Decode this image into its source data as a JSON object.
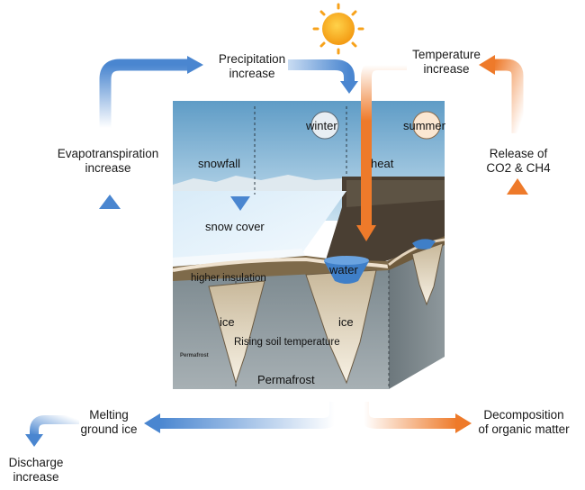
{
  "labels": {
    "precipitation": [
      "Precipitation",
      "increase"
    ],
    "temperature": [
      "Temperature",
      "increase"
    ],
    "evapotranspiration": [
      "Evapotranspiration",
      "increase"
    ],
    "release": [
      "Release of",
      "CO2 & CH4"
    ],
    "melting": [
      "Melting",
      "ground ice"
    ],
    "decomposition": [
      "Decomposition",
      "of organic matter"
    ],
    "discharge": [
      "Discharge",
      "increase"
    ]
  },
  "block": {
    "winter": "winter",
    "summer": "summer",
    "snowfall": "snowfall",
    "heat": "heat",
    "snow_cover": "snow cover",
    "water": "water",
    "higher_insulation": "higher insulation",
    "ice_left": "ice",
    "ice_right": "ice",
    "rising": "Rising soil temperature",
    "permafrost": "Permafrost",
    "watermark": "Permafrost"
  },
  "colors": {
    "blue_arrow": "#4a86d0",
    "orange_arrow": "#ee7a2a",
    "sky": "#8ab8d6",
    "snow": "#e4f1fb",
    "soil": "#7e6a4a",
    "permafrost": "#8e969a",
    "water": "#3f7fc8",
    "sun": "#f7a21b"
  },
  "icons": [
    "sun-icon",
    "winter-season-icon",
    "summer-season-icon"
  ]
}
